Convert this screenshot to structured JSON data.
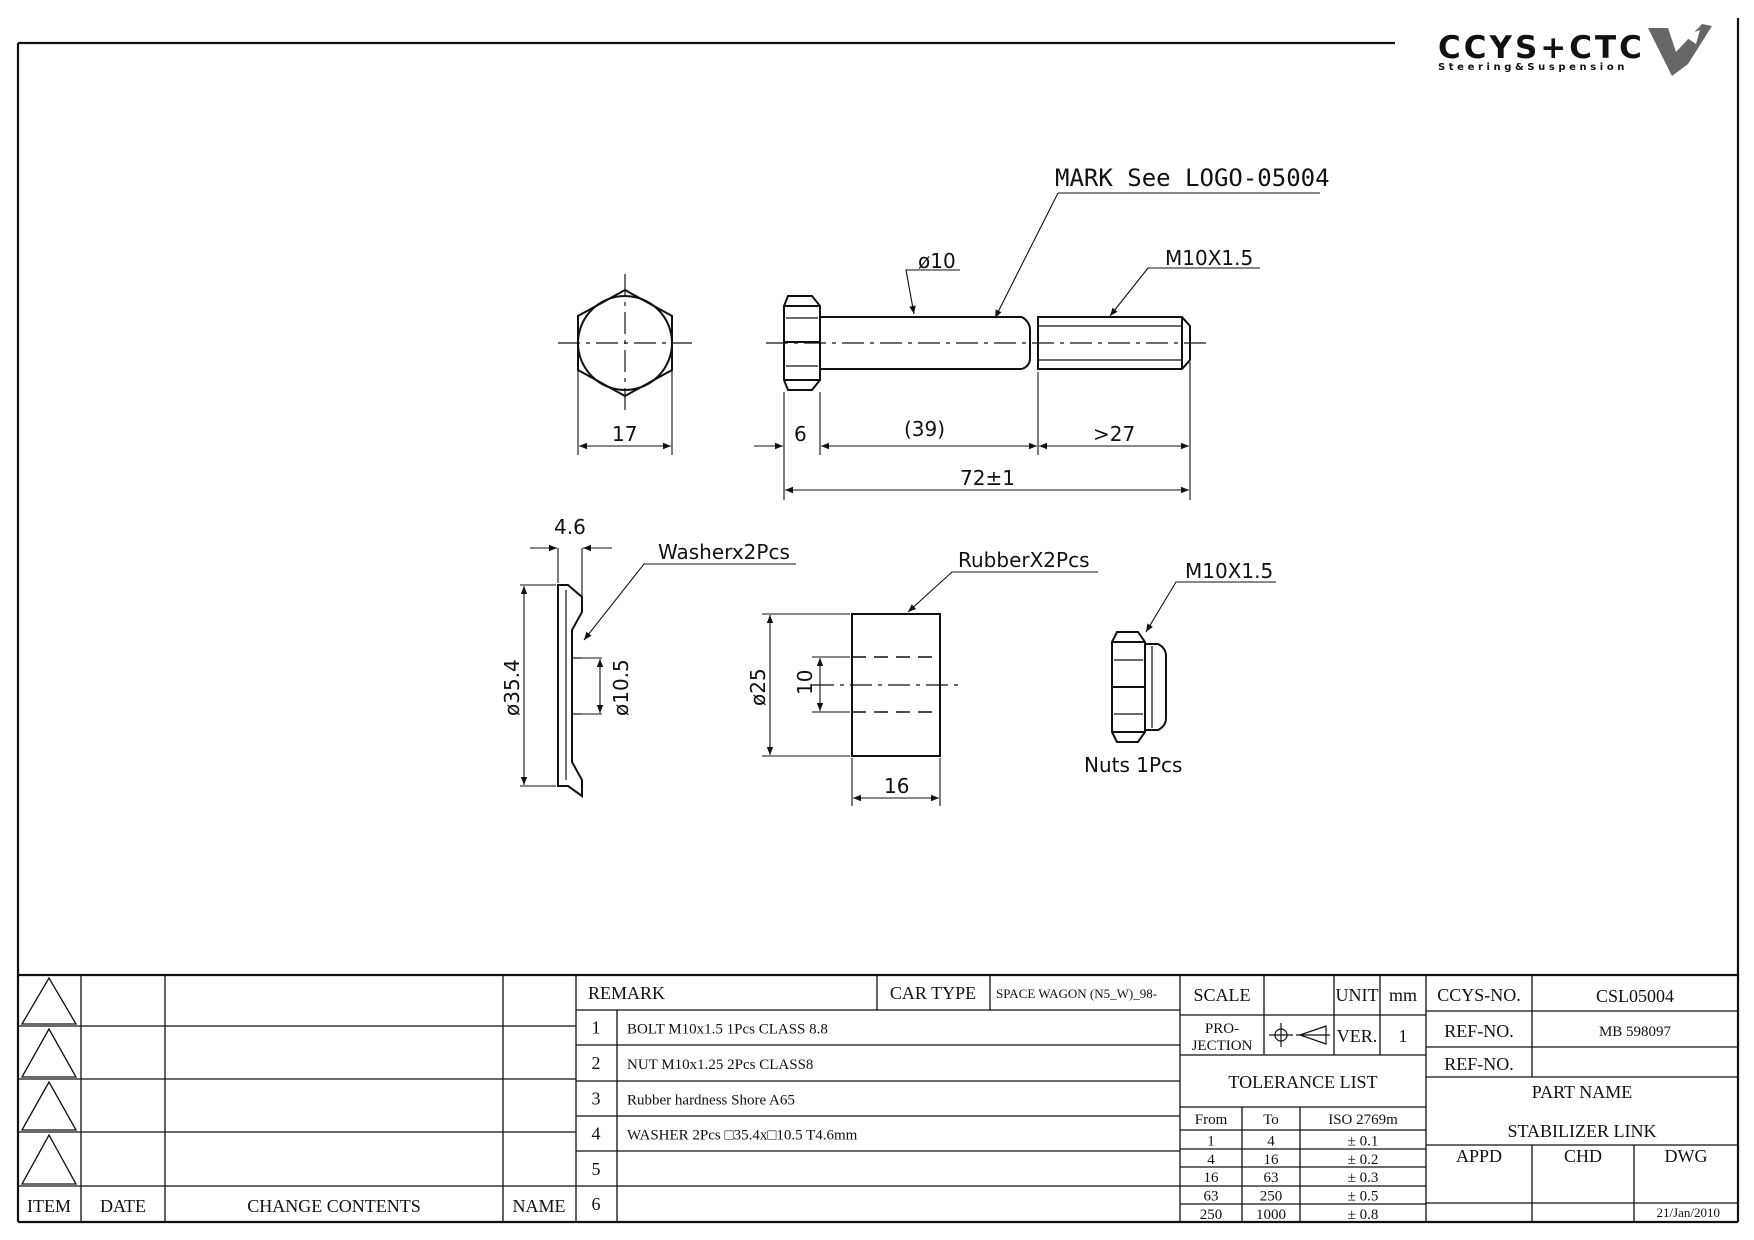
{
  "logo": {
    "brand": "CCYS+CTC",
    "tagline": "Steering&Suspension"
  },
  "drawing": {
    "callouts": {
      "mark": "MARK See LOGO-05004",
      "shank_dia": "ø10",
      "bolt_thread": "M10X1.5",
      "washer": "Washerx2Pcs",
      "rubber": "RubberX2Pcs",
      "nut_thread": "M10X1.5",
      "nuts": "Nuts  1Pcs"
    },
    "dimensions": {
      "hex_width": "17",
      "head_height": "6",
      "shank_length": "(39)",
      "thread_length": ">27",
      "overall_length": "72±1",
      "washer_thickness": "4.6",
      "washer_od": "ø35.4",
      "washer_id": "ø10.5",
      "rubber_od": "ø25",
      "rubber_id": "10",
      "rubber_length": "16"
    }
  },
  "revisions": {
    "headers": {
      "item": "ITEM",
      "date": "DATE",
      "change": "CHANGE CONTENTS",
      "name": "NAME"
    }
  },
  "remarks": {
    "header": "REMARK",
    "car_type_label": "CAR TYPE",
    "car_type_value": "SPACE WAGON (N5_W)_98-",
    "rows": [
      {
        "no": "1",
        "text": "BOLT  M10x1.5 1Pcs CLASS 8.8"
      },
      {
        "no": "2",
        "text": "NUT M10x1.25 2Pcs CLASS8"
      },
      {
        "no": "3",
        "text": "Rubber hardness Shore A65"
      },
      {
        "no": "4",
        "text": "WASHER 2Pcs □35.4x□10.5 T4.6mm"
      },
      {
        "no": "5",
        "text": ""
      },
      {
        "no": "6",
        "text": ""
      }
    ]
  },
  "specs": {
    "scale_label": "SCALE",
    "scale_value": "",
    "unit_label": "UNIT",
    "unit_value": "mm",
    "projection_label_1": "PRO-",
    "projection_label_2": "JECTION",
    "ver_label": "VER.",
    "ver_value": "1"
  },
  "tolerance": {
    "title": "TOLERANCE LIST",
    "headers": {
      "from": "From",
      "to": "To",
      "std": "ISO 2769m"
    },
    "rows": [
      {
        "from": "1",
        "to": "4",
        "tol": "± 0.1"
      },
      {
        "from": "4",
        "to": "16",
        "tol": "± 0.2"
      },
      {
        "from": "16",
        "to": "63",
        "tol": "± 0.3"
      },
      {
        "from": "63",
        "to": "250",
        "tol": "± 0.5"
      },
      {
        "from": "250",
        "to": "1000",
        "tol": "± 0.8"
      }
    ]
  },
  "title_block": {
    "ccys_no_label": "CCYS-NO.",
    "ccys_no_value": "CSL05004",
    "ref_no_label": "REF-NO.",
    "ref_no_value": "MB 598097",
    "ref_no2_label": "REF-NO.",
    "ref_no2_value": "",
    "part_name_label": "PART NAME",
    "part_name_value": "STABILIZER LINK",
    "appd_label": "APPD",
    "chd_label": "CHD",
    "dwg_label": "DWG",
    "date": "21/Jan/2010"
  }
}
